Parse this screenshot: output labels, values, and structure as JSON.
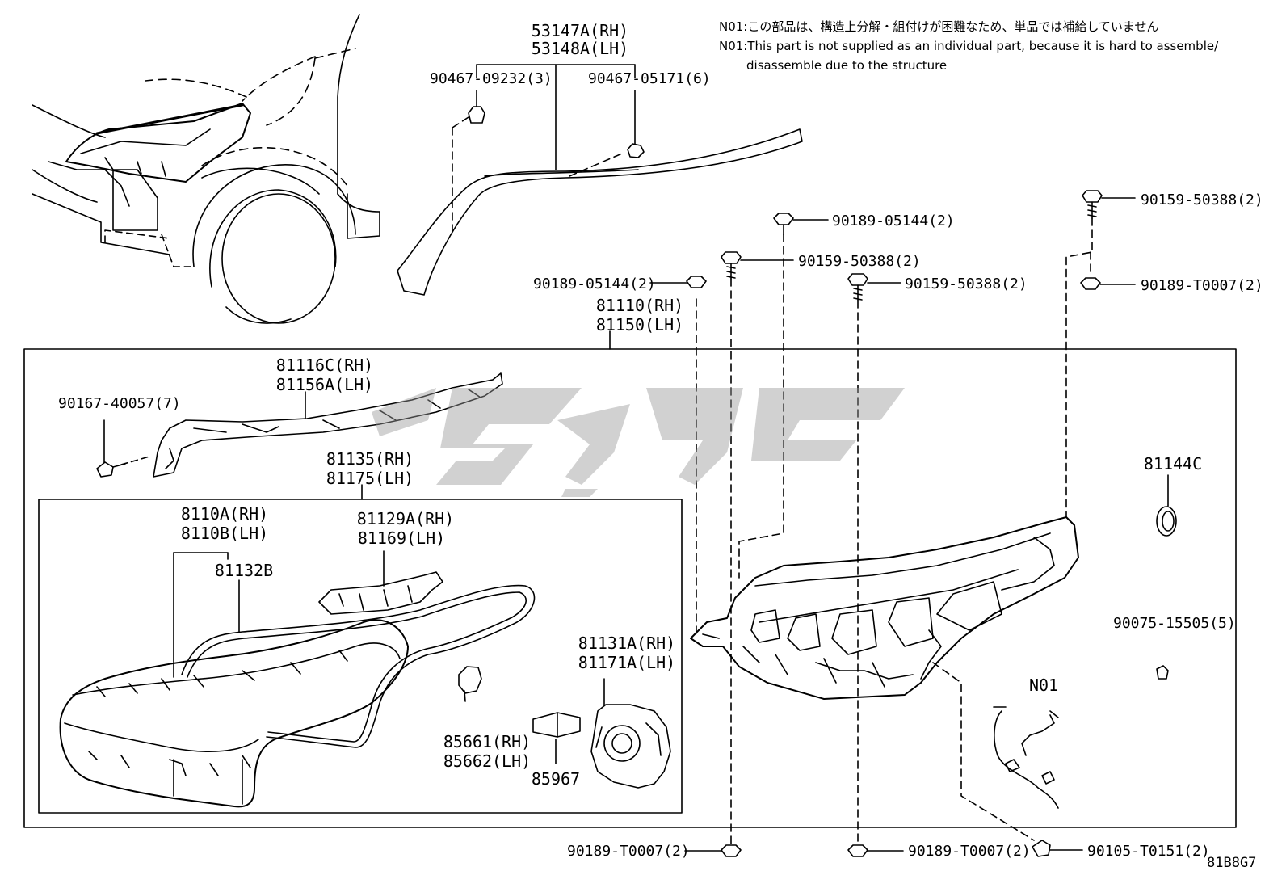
{
  "notes": {
    "line1_jp": "N01:この部品は、構造上分解・組付けが困難なため、単品では補給していません",
    "line2_en": "N01:This part is not supplied as an individual part, because it is hard to assemble/",
    "line3_en": "disassemble due to the structure"
  },
  "diagram_code": "81B8G7",
  "watermark_text": "ايسوت",
  "labels": {
    "p53147a": "53147A(RH)",
    "p53148a": "53148A(LH)",
    "p90467_09232": "90467-09232(3)",
    "p90467_05171": "90467-05171(6)",
    "p90189_05144_top": "90189-05144(2)",
    "p90159_50388_a": "90159-50388(2)",
    "p90159_50388_b": "90159-50388(2)",
    "p90159_50388_c": "90159-50388(2)",
    "p90189_t0007_top": "90189-T0007(2)",
    "p90189_05144_left": "90189-05144(2)",
    "p81110": "81110(RH)",
    "p81150": "81150(LH)",
    "p81116c": "81116C(RH)",
    "p81156a": "81156A(LH)",
    "p90167_40057": "90167-40057(7)",
    "p81135": "81135(RH)",
    "p81175": "81175(LH)",
    "p8110a": "8110A(RH)",
    "p8110b": "8110B(LH)",
    "p81132b": "81132B",
    "p81129a": "81129A(RH)",
    "p81169": "81169(LH)",
    "p81131a": "81131A(RH)",
    "p81171a": "81171A(LH)",
    "p85661": "85661(RH)",
    "p85662": "85662(LH)",
    "p85967": "85967",
    "p81144c": "81144C",
    "p90075_15505": "90075-15505(5)",
    "pN01": "N01",
    "p90189_t0007_bl": "90189-T0007(2)",
    "p90189_t0007_bc": "90189-T0007(2)",
    "p90105_t0151": "90105-T0151(2)"
  }
}
